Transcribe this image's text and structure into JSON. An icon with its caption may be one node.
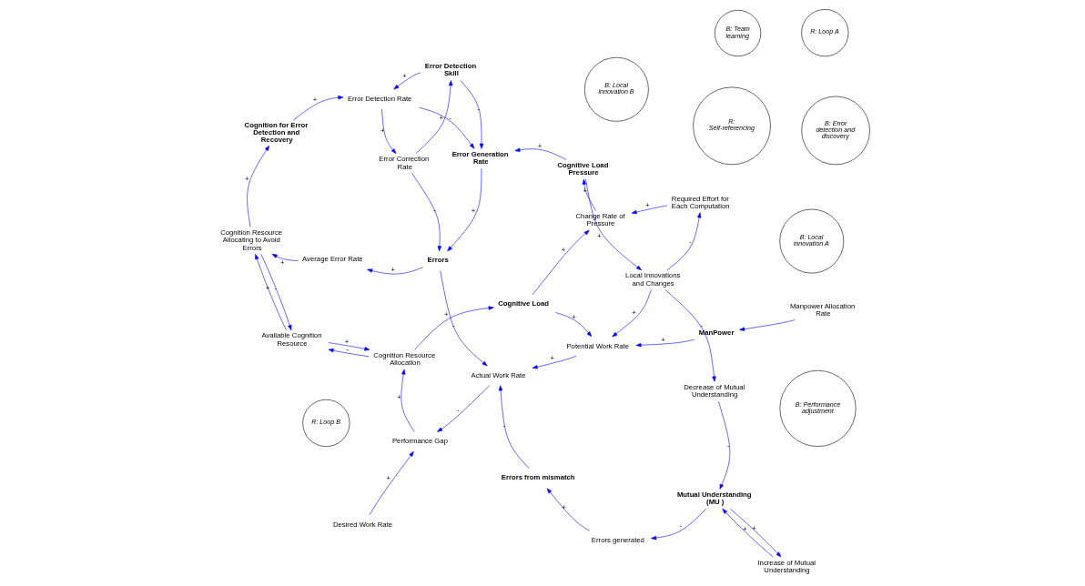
{
  "diagram": {
    "nodes": [
      {
        "text": [
          "Manpower Allocation Rate"
        ]
      },
      {
        "text": [
          "ManPower"
        ]
      },
      {
        "text": [
          "Increase of Mutual Understanding"
        ]
      },
      {
        "text": [
          "Errors generated"
        ]
      },
      {
        "text": [
          "Errors from mismatch"
        ]
      },
      {
        "text": [
          "Actual Work Rate"
        ]
      },
      {
        "text": [
          "Potential Work Rate"
        ]
      },
      {
        "text": [
          "Mutual Understanding (MU )"
        ]
      },
      {
        "text": [
          "Performance Gap"
        ]
      },
      {
        "text": [
          "Cognitive Load"
        ]
      },
      {
        "text": [
          "Decrease of Mutual Understanding"
        ]
      },
      {
        "text": [
          "Required Effort for Each Computation"
        ]
      },
      {
        "text": [
          "Cognition Resource Allocation"
        ]
      },
      {
        "text": [
          "Desired Work Rate"
        ]
      },
      {
        "text": [
          "Errors"
        ]
      },
      {
        "text": [
          "Local Innovations and Changes"
        ]
      },
      {
        "text": [
          "Change Rate of Pressure"
        ]
      },
      {
        "text": [
          "Available Cognition Resource"
        ]
      },
      {
        "text": [
          "Average Error Rate"
        ]
      },
      {
        "text": [
          "Error Correction Rate"
        ]
      },
      {
        "text": [
          "Cognitive Load Pressure"
        ]
      },
      {
        "text": [
          "Cognition Resource Allocating to Avoid Errors"
        ]
      },
      {
        "text": [
          "Error Detection Skill"
        ]
      },
      {
        "text": [
          "Cognition for Error Detection and Recovery"
        ]
      },
      {
        "text": [
          "Error Detection Rate"
        ]
      },
      {
        "text": [
          "Error Generation Rate"
        ]
      }
    ],
    "edges": [
      {
        "from": 0,
        "to": 1,
        "arrow": "to"
      },
      {
        "from": 1,
        "to": 6,
        "arrow": "to",
        "label": "+"
      },
      {
        "from": 7,
        "to": 2,
        "arrow": "to",
        "label": "+"
      },
      {
        "from": 2,
        "to": 7,
        "arrow": "to",
        "label": "+"
      },
      {
        "from": 7,
        "to": 3,
        "arrow": "to",
        "label": "-"
      },
      {
        "from": 3,
        "to": 4,
        "arrow": "to",
        "label": "+"
      },
      {
        "from": 4,
        "to": 5,
        "arrow": "to",
        "label": "-"
      },
      {
        "from": 6,
        "to": 5,
        "arrow": "to",
        "label": "+"
      },
      {
        "from": 5,
        "to": 8,
        "arrow": "to",
        "label": "-"
      },
      {
        "from": 13,
        "to": 8,
        "arrow": "to",
        "label": "+"
      },
      {
        "from": 8,
        "to": 12,
        "arrow": "to",
        "label": "+"
      },
      {
        "from": 12,
        "to": 9,
        "arrow": "to",
        "label": "+"
      },
      {
        "from": 9,
        "to": 6,
        "arrow": "to",
        "label": "+"
      },
      {
        "from": 9,
        "to": 16,
        "arrow": "to",
        "label": "+"
      },
      {
        "from": 12,
        "to": 17,
        "arrow": "to",
        "label": "-"
      },
      {
        "from": 17,
        "to": 12,
        "arrow": "to",
        "label": "+"
      },
      {
        "from": 15,
        "to": 6,
        "arrow": "to",
        "label": "+"
      },
      {
        "from": 10,
        "to": 7,
        "arrow": "to",
        "label": "-"
      },
      {
        "from": 15,
        "to": 10,
        "arrow": "to",
        "label": "-"
      },
      {
        "from": 15,
        "to": 11,
        "arrow": "to",
        "label": "-"
      },
      {
        "from": 11,
        "to": 16,
        "arrow": "to",
        "label": "+"
      },
      {
        "from": 16,
        "to": 20,
        "arrow": "to",
        "label": "+"
      },
      {
        "from": 20,
        "to": 15,
        "arrow": "to",
        "label": "+"
      },
      {
        "from": 20,
        "to": 25,
        "arrow": "to",
        "label": "+"
      },
      {
        "from": 17,
        "to": 21,
        "arrow": "to",
        "label": "+"
      },
      {
        "from": 21,
        "to": 17,
        "arrow": "to",
        "label": "-"
      },
      {
        "from": 18,
        "to": 21,
        "arrow": "to",
        "label": "+"
      },
      {
        "from": 14,
        "to": 18,
        "arrow": "to",
        "label": "+"
      },
      {
        "from": 21,
        "to": 23,
        "arrow": "to",
        "label": "+"
      },
      {
        "from": 23,
        "to": 24,
        "arrow": "to",
        "label": "+"
      },
      {
        "from": 24,
        "to": 19,
        "arrow": "to",
        "label": "+"
      },
      {
        "from": 19,
        "to": 14,
        "arrow": "to",
        "label": "-"
      },
      {
        "from": 19,
        "to": 22,
        "arrow": "to",
        "label": "+"
      },
      {
        "from": 22,
        "to": 24,
        "arrow": "to",
        "label": "+"
      },
      {
        "from": 22,
        "to": 25,
        "arrow": "to",
        "label": "-"
      },
      {
        "from": 24,
        "to": 25,
        "arrow": "to",
        "label": "-"
      },
      {
        "from": 25,
        "to": 14,
        "arrow": "to",
        "label": "+"
      },
      {
        "from": 14,
        "to": 5,
        "arrow": "to",
        "label": "-"
      }
    ],
    "labels": [
      "R: Self-referencing",
      "R: Loop B",
      "B: Local innovation B",
      "B: Performance adjustment",
      "B: Local innovation A",
      "R: Loop A",
      "B: Error detection and discovery",
      "B: Team learning"
    ]
  }
}
